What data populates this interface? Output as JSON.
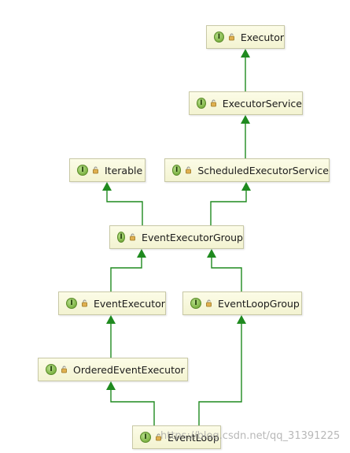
{
  "nodes": [
    {
      "id": "executor",
      "label": "Executor",
      "badge": "I"
    },
    {
      "id": "executor_service",
      "label": "ExecutorService",
      "badge": "I"
    },
    {
      "id": "iterable",
      "label": "Iterable",
      "badge": "I"
    },
    {
      "id": "scheduled_executor_service",
      "label": "ScheduledExecutorService",
      "badge": "I"
    },
    {
      "id": "event_executor_group",
      "label": "EventExecutorGroup",
      "badge": "I"
    },
    {
      "id": "event_executor",
      "label": "EventExecutor",
      "badge": "I"
    },
    {
      "id": "event_loop_group",
      "label": "EventLoopGroup",
      "badge": "I"
    },
    {
      "id": "ordered_event_executor",
      "label": "OrderedEventExecutor",
      "badge": "I"
    },
    {
      "id": "event_loop",
      "label": "EventLoop",
      "badge": "I"
    }
  ],
  "edges": [
    {
      "from": "executor_service",
      "to": "executor"
    },
    {
      "from": "scheduled_executor_service",
      "to": "executor_service"
    },
    {
      "from": "event_executor_group",
      "to": "iterable"
    },
    {
      "from": "event_executor_group",
      "to": "scheduled_executor_service"
    },
    {
      "from": "event_executor",
      "to": "event_executor_group"
    },
    {
      "from": "event_loop_group",
      "to": "event_executor_group"
    },
    {
      "from": "ordered_event_executor",
      "to": "event_executor"
    },
    {
      "from": "event_loop",
      "to": "ordered_event_executor"
    },
    {
      "from": "event_loop",
      "to": "event_loop_group"
    }
  ],
  "colors": {
    "edge": "#1f8a1f",
    "badge": "#7fb446",
    "node_fill": "#f8f8dc",
    "node_border": "#c8c8a6"
  },
  "watermark": "https://blog.csdn.net/qq_31391225"
}
